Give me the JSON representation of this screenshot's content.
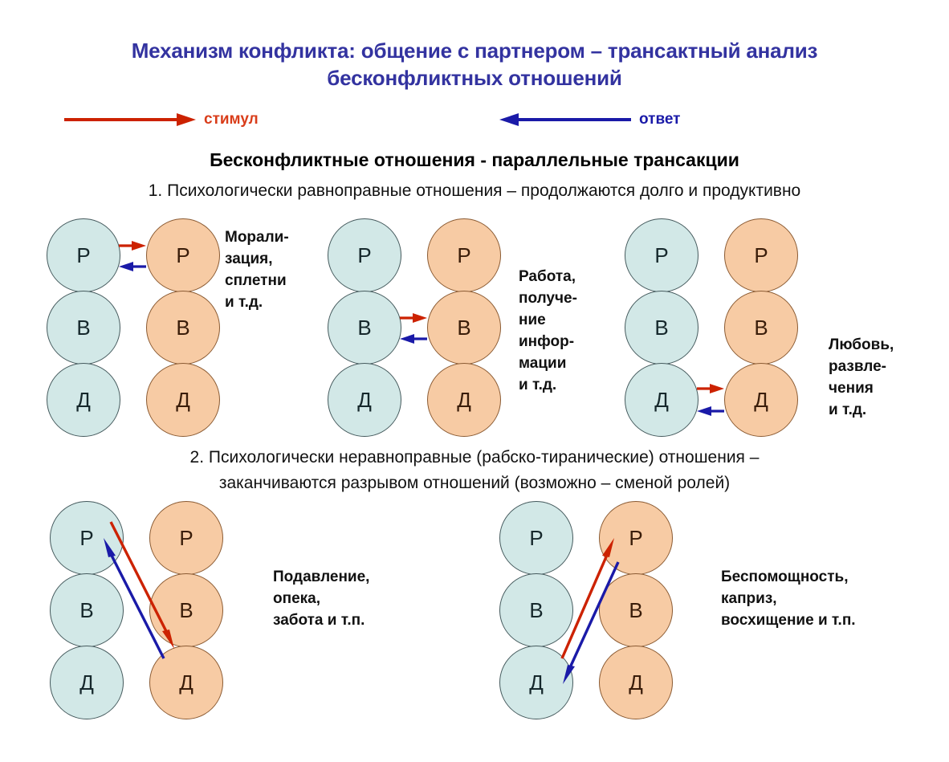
{
  "title": "Механизм конфликта: общение с партнером – трансактный анализ бесконфликтных отношений",
  "colors": {
    "title": "#3333a0",
    "stimulus": "#cc2200",
    "response": "#1a1aa8",
    "self_circle": "#d2e8e7",
    "partner_circle": "#f7cba4"
  },
  "legend": {
    "stimulus_label": "стимул",
    "response_label": "ответ"
  },
  "headings": {
    "main": "Бесконфликтные отношения - параллельные трансакции",
    "section1": "1. Психологически равноправные отношения – продолжаются долго и продуктивно",
    "section2_line1": "2. Психологически неравноправные (рабско-тиранические) отношения –",
    "section2_line2": "заканчиваются разрывом отношений (возможно – сменой ролей)"
  },
  "ego_states": {
    "parent": "Р",
    "adult": "В",
    "child": "Д"
  },
  "diagrams": [
    {
      "id": "parallel-parent-parent",
      "row": 1,
      "left_nodes": [
        "Р",
        "В",
        "Д"
      ],
      "right_nodes": [
        "Р",
        "В",
        "Д"
      ],
      "stimulus": "left Р → right Р",
      "response": "right Р → left Р",
      "caption": "Морали-\nзация,\nсплетни\nи т.д."
    },
    {
      "id": "parallel-adult-adult",
      "row": 1,
      "left_nodes": [
        "Р",
        "В",
        "Д"
      ],
      "right_nodes": [
        "Р",
        "В",
        "Д"
      ],
      "stimulus": "left В → right В",
      "response": "right В → left В",
      "caption": "Работа,\nполуче-\nние\nинфор-\nмации\nи т.д."
    },
    {
      "id": "parallel-child-child",
      "row": 1,
      "left_nodes": [
        "Р",
        "В",
        "Д"
      ],
      "right_nodes": [
        "Р",
        "В",
        "Д"
      ],
      "stimulus": "left Д → right Д",
      "response": "right Д → left Д",
      "caption": "Любовь,\nразвле-\nчения\nи т.д."
    },
    {
      "id": "unequal-parent-child",
      "row": 2,
      "left_nodes": [
        "Р",
        "В",
        "Д"
      ],
      "right_nodes": [
        "Р",
        "В",
        "Д"
      ],
      "stimulus": "left Р → right Д",
      "response": "right Д → left Р",
      "caption": "Подавление,\nопека,\nзабота и т.п."
    },
    {
      "id": "unequal-child-parent",
      "row": 2,
      "left_nodes": [
        "Р",
        "В",
        "Д"
      ],
      "right_nodes": [
        "Р",
        "В",
        "Д"
      ],
      "stimulus": "left Д → right Р",
      "response": "right Р → left Д",
      "caption": "Беспомощность,\nкаприз,\nвосхищение и т.п."
    }
  ]
}
